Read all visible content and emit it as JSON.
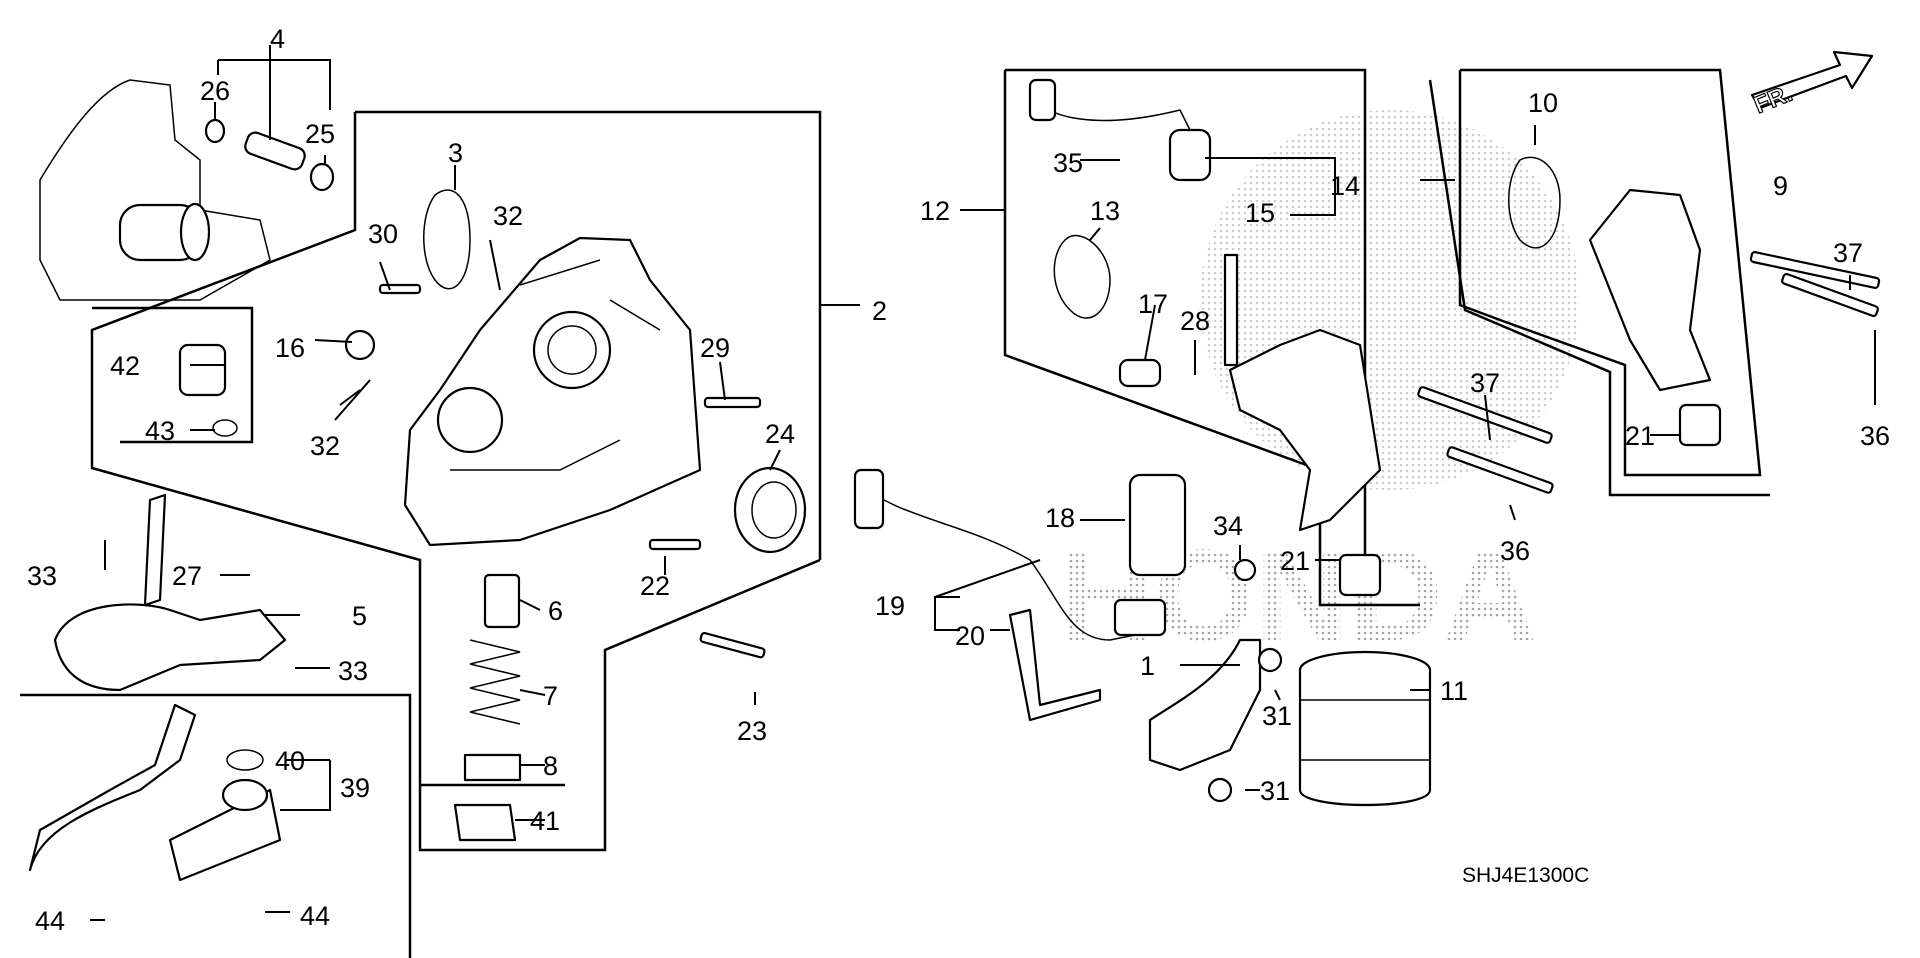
{
  "diagram": {
    "orientation_label": "FR.",
    "watermark": "HONDA",
    "code": "SHJ4E1300C",
    "callouts": {
      "c1": "1",
      "c2": "2",
      "c3": "3",
      "c4": "4",
      "c5": "5",
      "c6": "6",
      "c7": "7",
      "c8": "8",
      "c9": "9",
      "c10": "10",
      "c11": "11",
      "c12": "12",
      "c13": "13",
      "c14": "14",
      "c15": "15",
      "c16": "16",
      "c17": "17",
      "c18": "18",
      "c19": "19",
      "c20": "20",
      "c21a": "21",
      "c21b": "21",
      "c22": "22",
      "c23": "23",
      "c24": "24",
      "c25": "25",
      "c26": "26",
      "c27": "27",
      "c28": "28",
      "c29": "29",
      "c30": "30",
      "c31a": "31",
      "c31b": "31",
      "c32a": "32",
      "c32b": "32",
      "c33a": "33",
      "c33b": "33",
      "c34": "34",
      "c35": "35",
      "c36a": "36",
      "c36b": "36",
      "c37a": "37",
      "c37b": "37",
      "c39": "39",
      "c40": "40",
      "c41": "41",
      "c42": "42",
      "c43": "43",
      "c44a": "44",
      "c44b": "44"
    }
  }
}
